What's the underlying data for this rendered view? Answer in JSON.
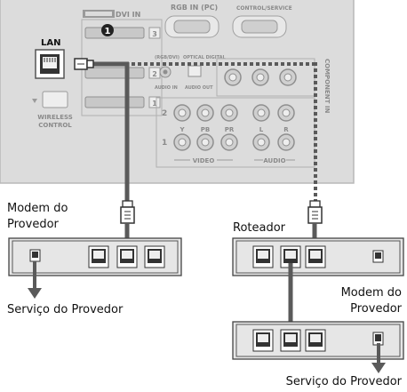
{
  "tv_panel": {
    "hdmi_label": "DVI IN",
    "rgb_label": "RGB IN (PC)",
    "control_label": "CONTROL/SERVICE",
    "lan_label": "LAN",
    "wireless_label_line1": "WIRELESS",
    "wireless_label_line2": "CONTROL",
    "port_numbers": [
      "3",
      "2",
      "1"
    ],
    "callout_number": "1",
    "rgb_dvi_label": "(RGB/DVI)",
    "optical_label": "OPTICAL DIGITAL",
    "audio_in_label": "AUDIO IN",
    "audio_out_label": "AUDIO OUT",
    "component_label": "COMPONENT IN",
    "in_row_labels": [
      "2",
      "1"
    ],
    "component_jacks": [
      "Y",
      "PB",
      "PR",
      "L",
      "R"
    ],
    "video_label": "VIDEO",
    "audio_label": "AUDIO"
  },
  "left_setup": {
    "modem_label_line1": "Modem do",
    "modem_label_line2": "Provedor",
    "service_label": "Serviço do Provedor"
  },
  "right_setup": {
    "router_label": "Roteador",
    "modem_label_line1": "Modem do",
    "modem_label_line2": "Provedor",
    "service_label": "Serviço do Provedor"
  },
  "colors": {
    "panel_fill": "#dcdcdc",
    "cable": "#5a5a5a",
    "device_fill": "#e6e6e6",
    "device_stroke": "#444444",
    "port_fill": "#333333",
    "callout_fill": "#222222"
  }
}
